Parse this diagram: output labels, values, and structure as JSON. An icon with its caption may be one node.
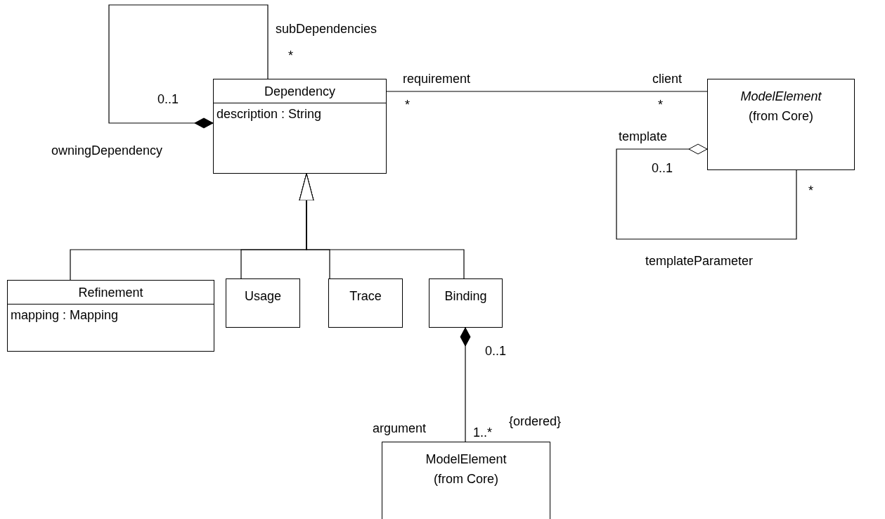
{
  "diagram": {
    "nodes": [
      {
        "text": [
          "Dependency",
          "description : String"
        ]
      },
      {
        "text": [
          "ModelElement",
          "(from Core)"
        ]
      },
      {
        "text": [
          "Refinement",
          "mapping : Mapping"
        ]
      },
      {
        "text": [
          "Usage"
        ]
      },
      {
        "text": [
          "Trace"
        ]
      },
      {
        "text": [
          "Binding"
        ]
      },
      {
        "text": [
          "ModelElement",
          "(from Core)"
        ]
      }
    ],
    "edges": [
      {
        "from": 0,
        "to": 0,
        "arrow": "other"
      },
      {
        "from": 0,
        "to": 1,
        "arrow": "none"
      },
      {
        "from": 1,
        "to": 1,
        "arrow": "other"
      },
      {
        "from": 2,
        "to": 0,
        "arrow": "to"
      },
      {
        "from": 3,
        "to": 0,
        "arrow": "to"
      },
      {
        "from": 4,
        "to": 0,
        "arrow": "to"
      },
      {
        "from": 5,
        "to": 0,
        "arrow": "to"
      },
      {
        "from": 5,
        "to": 6,
        "arrow": "other"
      }
    ],
    "labels": [
      "subDependencies",
      "*",
      "0..1",
      "owningDependency",
      "requirement",
      "*",
      "client",
      "*",
      "template",
      "0..1",
      "*",
      "templateParameter",
      "0..1",
      "argument",
      "1..*",
      "{ordered}"
    ]
  }
}
